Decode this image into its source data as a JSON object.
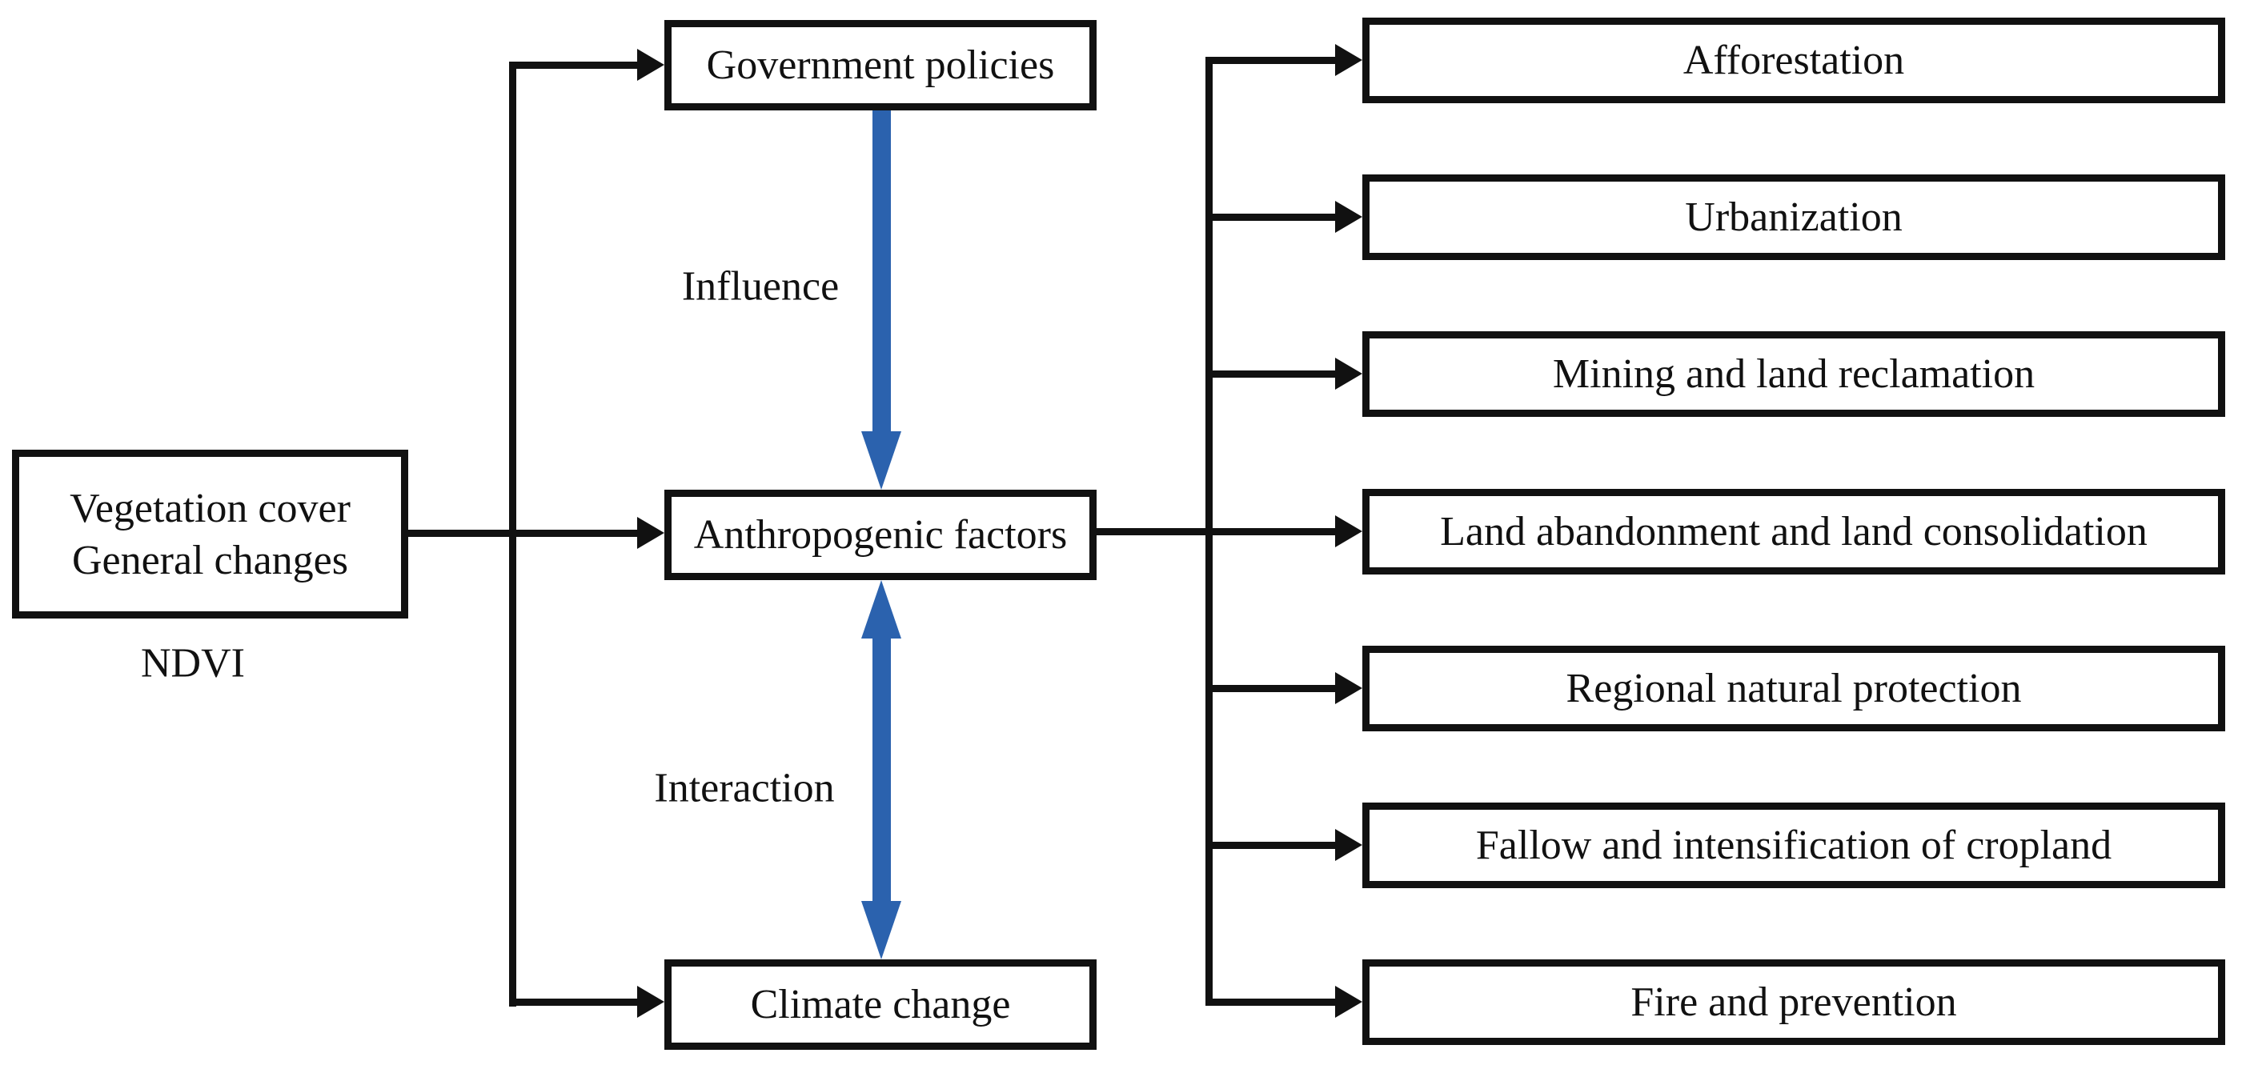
{
  "figure": {
    "background": "#ffffff",
    "text_color": "#111111",
    "line_color": "#111111",
    "arrow_color": "#2b62ae",
    "source_box": {
      "line1": "Vegetation cover",
      "line2": "General changes",
      "caption": "NDVI"
    },
    "factor_boxes": [
      "Government policies",
      "Anthropogenic factors",
      "Climate change"
    ],
    "arrow_labels": {
      "influence": "Influence",
      "interaction": "Interaction"
    },
    "outcome_boxes": [
      "Afforestation",
      "Urbanization",
      "Mining and land reclamation",
      "Land abandonment and land consolidation",
      "Regional natural protection",
      "Fallow and intensification of cropland",
      "Fire and prevention"
    ]
  }
}
